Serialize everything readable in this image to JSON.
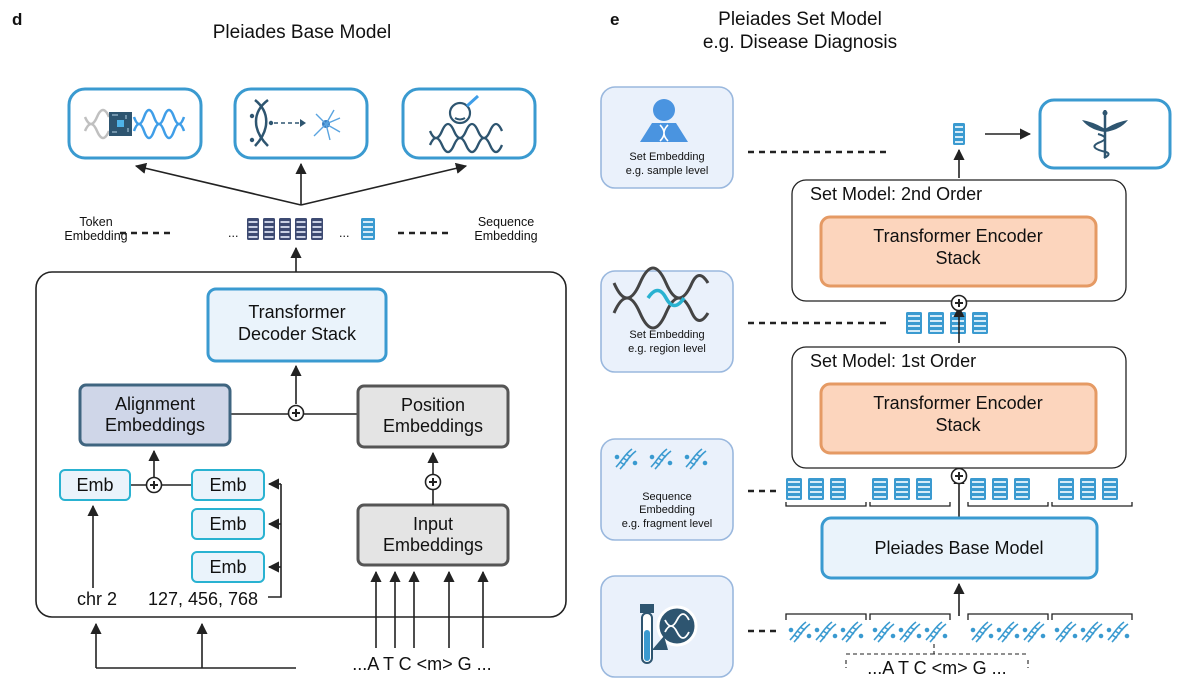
{
  "panel_d": {
    "label": "d",
    "title": "Pleiades Base Model",
    "task_icons": [
      "dna-chip-icon",
      "dna-to-neuron-icon",
      "dna-magnifier-icon"
    ],
    "token_embedding_label": [
      "Token",
      "Embedding"
    ],
    "sequence_embedding_label": [
      "Sequence",
      "Embedding"
    ],
    "ellipsis": "...",
    "decoder": [
      "Transformer",
      "Decoder Stack"
    ],
    "alignment": [
      "Alignment",
      "Embeddings"
    ],
    "position": [
      "Position",
      "Embeddings"
    ],
    "input": [
      "Input",
      "Embeddings"
    ],
    "emb_label": "Emb",
    "chr_label": "chr 2",
    "coords_label": "127, 456, 768",
    "sequence": "...A T C <m> G ...",
    "plus": "+"
  },
  "panel_e": {
    "label": "e",
    "title": [
      "Pleiades Set Model",
      "e.g. Disease Diagnosis"
    ],
    "side_boxes": [
      {
        "icon": "person-dna-icon",
        "lines": [
          "Set Embedding",
          "e.g. sample level"
        ]
      },
      {
        "icon": "dna-helix-icon",
        "lines": [
          "Set Embedding",
          "e.g. region level"
        ]
      },
      {
        "icon": "dna-fragments-icon",
        "lines": [
          "Sequence",
          "Embedding",
          "e.g. fragment level"
        ]
      },
      {
        "icon": "test-tube-dna-icon",
        "lines": []
      }
    ],
    "output_icon": "caduceus-icon",
    "set_model_2": "Set Model: 2nd Order",
    "set_model_1": "Set Model: 1st Order",
    "encoder": [
      "Transformer Encoder",
      "Stack"
    ],
    "base_model": "Pleiades Base Model",
    "sequence": "...A T C <m> G ...",
    "plus": "+"
  },
  "colors": {
    "blue": "#3a9ad0",
    "light_blue_fill": "#eaf3fb",
    "navy": "#3b4a6b",
    "align_fill": "#cfd6e8",
    "align_stroke": "#3f6580",
    "gray_fill": "#e4e4e4",
    "gray_stroke": "#555555",
    "orange_fill": "#fcd5bd",
    "orange_stroke": "#e59a64",
    "teal_stroke": "#29b2d1",
    "side_fill": "#eaf1fb",
    "side_stroke": "#9ab8de"
  }
}
